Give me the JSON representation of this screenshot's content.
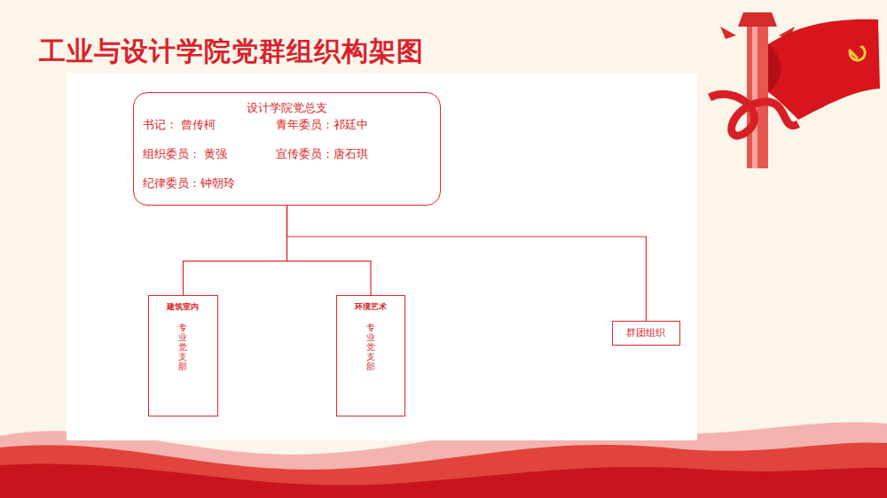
{
  "diagram": {
    "title": "工业与设计学院党群组织构架图",
    "nodes": [
      {
        "text": [
          "设计学院党总支",
          "书记： 曾传柯",
          "青年委员：祁廷中",
          "组织委员： 黄强",
          "宣传委员：唐石琪",
          "纪律委员：钟朝玲"
        ]
      },
      {
        "text": [
          "建筑室内",
          "专业党支部"
        ]
      },
      {
        "text": [
          "环境艺术",
          "专业党支部"
        ]
      },
      {
        "text": [
          "群团组织"
        ]
      }
    ],
    "edges": [
      {
        "from": 0,
        "to": 1,
        "arrow": "none"
      },
      {
        "from": 0,
        "to": 2,
        "arrow": "none"
      },
      {
        "from": 0,
        "to": 3,
        "arrow": "none"
      }
    ]
  }
}
